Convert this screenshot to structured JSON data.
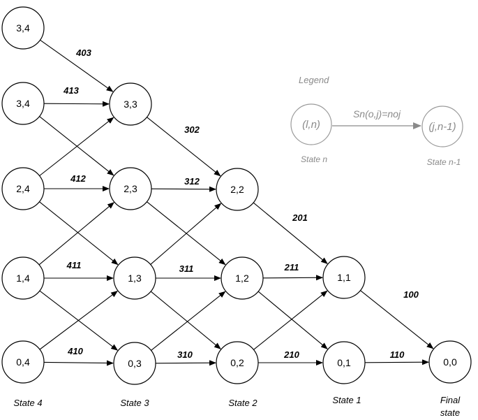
{
  "nodes": [
    {
      "id": "n34a",
      "label": "3,4"
    },
    {
      "id": "n34b",
      "label": "3,4"
    },
    {
      "id": "n24",
      "label": "2,4"
    },
    {
      "id": "n14",
      "label": "1,4"
    },
    {
      "id": "n04",
      "label": "0,4"
    },
    {
      "id": "n33",
      "label": "3,3"
    },
    {
      "id": "n23",
      "label": "2,3"
    },
    {
      "id": "n13",
      "label": "1,3"
    },
    {
      "id": "n03",
      "label": "0,3"
    },
    {
      "id": "n22",
      "label": "2,2"
    },
    {
      "id": "n12",
      "label": "1,2"
    },
    {
      "id": "n02",
      "label": "0,2"
    },
    {
      "id": "n11",
      "label": "1,1"
    },
    {
      "id": "n01",
      "label": "0,1"
    },
    {
      "id": "n00",
      "label": "0,0"
    }
  ],
  "edges": [
    {
      "from": "n34a",
      "to": "n33",
      "label": "403"
    },
    {
      "from": "n34b",
      "to": "n33",
      "label": "413"
    },
    {
      "from": "n34b",
      "to": "n23",
      "label": ""
    },
    {
      "from": "n24",
      "to": "n33",
      "label": ""
    },
    {
      "from": "n24",
      "to": "n23",
      "label": "412"
    },
    {
      "from": "n24",
      "to": "n13",
      "label": ""
    },
    {
      "from": "n14",
      "to": "n23",
      "label": ""
    },
    {
      "from": "n14",
      "to": "n13",
      "label": "411"
    },
    {
      "from": "n14",
      "to": "n03",
      "label": ""
    },
    {
      "from": "n04",
      "to": "n13",
      "label": ""
    },
    {
      "from": "n04",
      "to": "n03",
      "label": "410"
    },
    {
      "from": "n33",
      "to": "n22",
      "label": "302"
    },
    {
      "from": "n23",
      "to": "n22",
      "label": "312"
    },
    {
      "from": "n23",
      "to": "n12",
      "label": ""
    },
    {
      "from": "n13",
      "to": "n22",
      "label": ""
    },
    {
      "from": "n13",
      "to": "n12",
      "label": "311"
    },
    {
      "from": "n13",
      "to": "n02",
      "label": ""
    },
    {
      "from": "n03",
      "to": "n12",
      "label": ""
    },
    {
      "from": "n03",
      "to": "n02",
      "label": "310"
    },
    {
      "from": "n22",
      "to": "n11",
      "label": "201"
    },
    {
      "from": "n12",
      "to": "n11",
      "label": "211"
    },
    {
      "from": "n12",
      "to": "n01",
      "label": ""
    },
    {
      "from": "n02",
      "to": "n11",
      "label": ""
    },
    {
      "from": "n02",
      "to": "n01",
      "label": "210"
    },
    {
      "from": "n11",
      "to": "n00",
      "label": "100"
    },
    {
      "from": "n01",
      "to": "n00",
      "label": "110"
    }
  ],
  "stages": {
    "state4": "State 4",
    "state3": "State 3",
    "state2": "State 2",
    "state1": "State 1",
    "final_line1": "Final",
    "final_line2": "state"
  },
  "legend": {
    "title": "Legend",
    "source_node": "(l,n)",
    "target_node": "(j,n-1)",
    "edge_label": "Sn(o,j)=noj",
    "source_state": "State n",
    "target_state": "State n-1"
  },
  "colors": {
    "main": "#000000",
    "legend": "#8a8a8a"
  }
}
